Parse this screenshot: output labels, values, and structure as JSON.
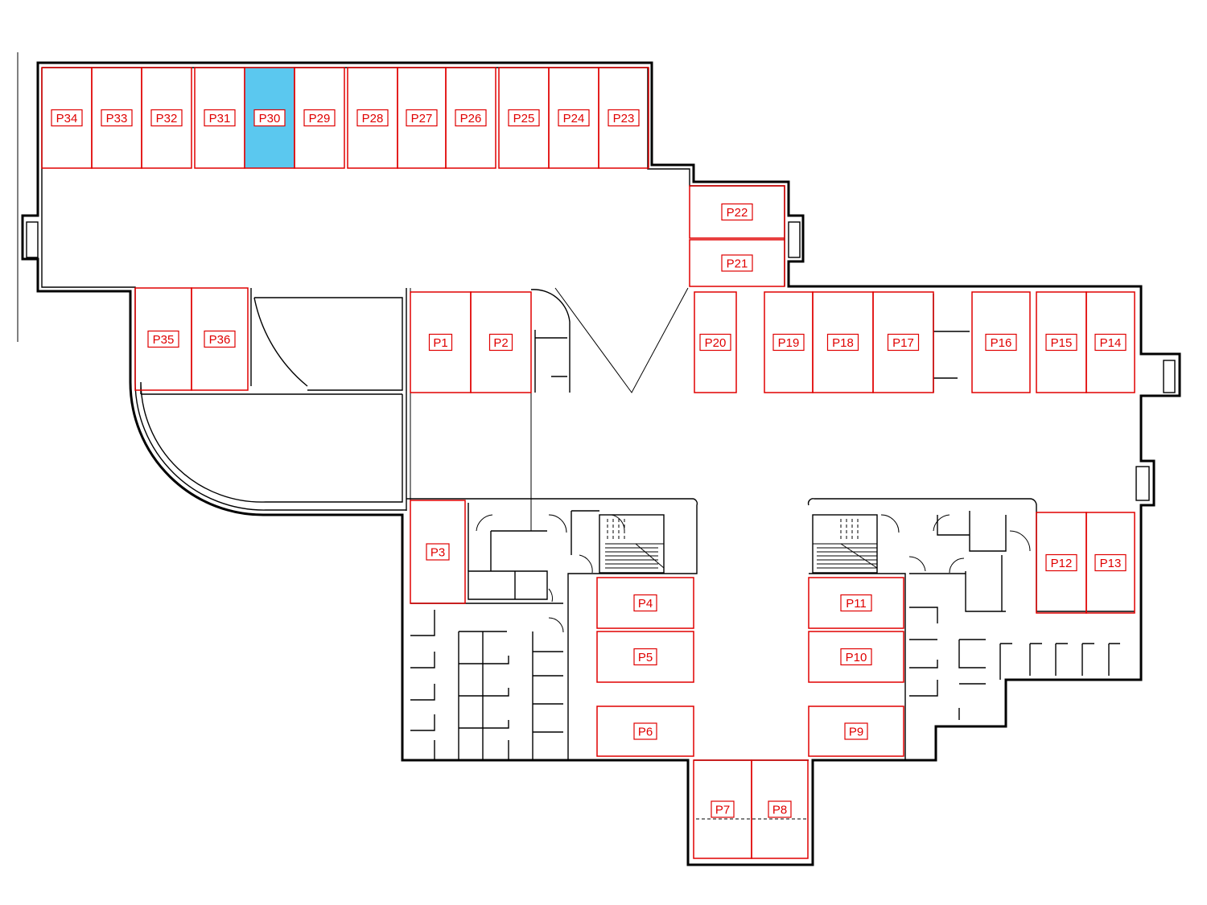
{
  "colors": {
    "wall": "#000000",
    "space_outline": "#e00000",
    "label": "#e00000",
    "selected_fill": "#5bc8ef",
    "background": "#ffffff"
  },
  "selected_space": "P30",
  "spaces": [
    {
      "id": "P34",
      "label": "P34",
      "selected": false
    },
    {
      "id": "P33",
      "label": "P33",
      "selected": false
    },
    {
      "id": "P32",
      "label": "P32",
      "selected": false
    },
    {
      "id": "P31",
      "label": "P31",
      "selected": false
    },
    {
      "id": "P30",
      "label": "P30",
      "selected": true
    },
    {
      "id": "P29",
      "label": "P29",
      "selected": false
    },
    {
      "id": "P28",
      "label": "P28",
      "selected": false
    },
    {
      "id": "P27",
      "label": "P27",
      "selected": false
    },
    {
      "id": "P26",
      "label": "P26",
      "selected": false
    },
    {
      "id": "P25",
      "label": "P25",
      "selected": false
    },
    {
      "id": "P24",
      "label": "P24",
      "selected": false
    },
    {
      "id": "P23",
      "label": "P23",
      "selected": false
    },
    {
      "id": "P22",
      "label": "P22",
      "selected": false
    },
    {
      "id": "P21",
      "label": "P21",
      "selected": false
    },
    {
      "id": "P35",
      "label": "P35",
      "selected": false
    },
    {
      "id": "P36",
      "label": "P36",
      "selected": false
    },
    {
      "id": "P1",
      "label": "P1",
      "selected": false
    },
    {
      "id": "P2",
      "label": "P2",
      "selected": false
    },
    {
      "id": "P20",
      "label": "P20",
      "selected": false
    },
    {
      "id": "P19",
      "label": "P19",
      "selected": false
    },
    {
      "id": "P18",
      "label": "P18",
      "selected": false
    },
    {
      "id": "P17",
      "label": "P17",
      "selected": false
    },
    {
      "id": "P16",
      "label": "P16",
      "selected": false
    },
    {
      "id": "P15",
      "label": "P15",
      "selected": false
    },
    {
      "id": "P14",
      "label": "P14",
      "selected": false
    },
    {
      "id": "P3",
      "label": "P3",
      "selected": false
    },
    {
      "id": "P12",
      "label": "P12",
      "selected": false
    },
    {
      "id": "P13",
      "label": "P13",
      "selected": false
    },
    {
      "id": "P4",
      "label": "P4",
      "selected": false
    },
    {
      "id": "P5",
      "label": "P5",
      "selected": false
    },
    {
      "id": "P6",
      "label": "P6",
      "selected": false
    },
    {
      "id": "P11",
      "label": "P11",
      "selected": false
    },
    {
      "id": "P10",
      "label": "P10",
      "selected": false
    },
    {
      "id": "P9",
      "label": "P9",
      "selected": false
    },
    {
      "id": "P7",
      "label": "P7",
      "selected": false
    },
    {
      "id": "P8",
      "label": "P8",
      "selected": false
    }
  ]
}
